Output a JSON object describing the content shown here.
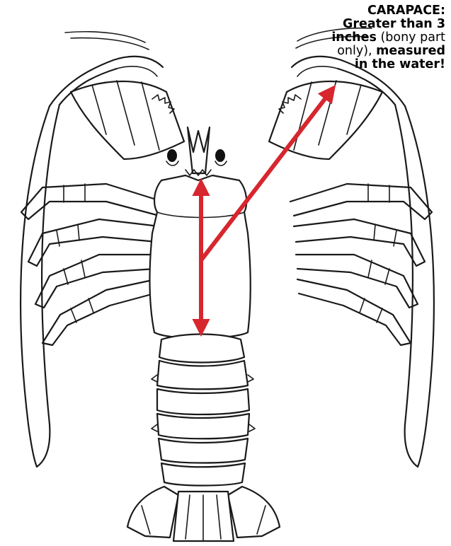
{
  "callout": {
    "line1": "CARAPACE:",
    "line2": "Greater than 3",
    "line3_bold": "inches",
    "line3_normal": " (bony part",
    "line4_normal": "only), ",
    "line4_bold": "measured",
    "line5": "in the water!"
  },
  "colors": {
    "arrow": "#d7262e",
    "outline": "#1a1a1a"
  }
}
